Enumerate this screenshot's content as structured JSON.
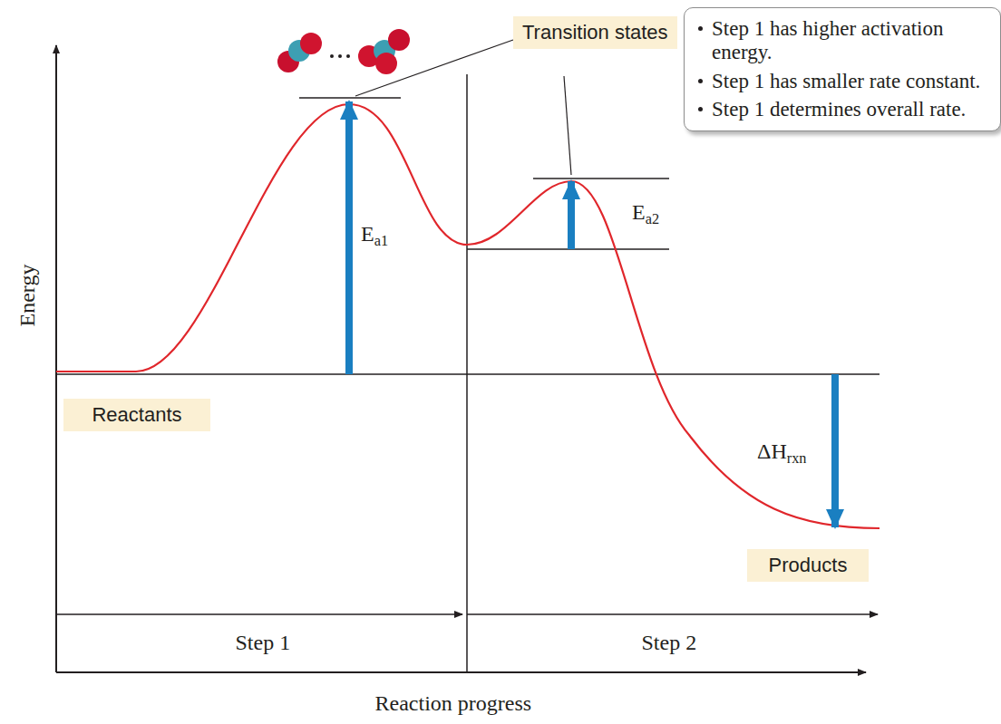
{
  "diagram": {
    "nodes": [
      {
        "text": [
          "Transition states"
        ]
      },
      {
        "text": [
          "Step 1 has higher activation energy.",
          "Step 1 has smaller rate constant.",
          "Step 1 determines overall rate."
        ]
      },
      {
        "text": [
          "Reactants"
        ]
      },
      {
        "text": [
          "Products"
        ]
      }
    ],
    "labels": [
      "Ea1",
      "Ea2",
      "ΔHrxn",
      "Energy",
      "Step 1",
      "Step 2",
      "Reaction progress"
    ]
  }
}
